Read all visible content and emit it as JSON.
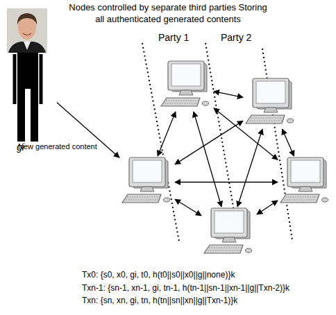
{
  "diagram": {
    "title": "Nodes controlled by separate third parties Storing all authenticated generated contents",
    "nodes": [
      {
        "text": [
          "gi"
        ]
      },
      {
        "text": []
      },
      {
        "text": []
      },
      {
        "text": []
      },
      {
        "text": []
      },
      {
        "text": []
      }
    ],
    "edges": [
      {
        "from": 0,
        "to": 3,
        "arrow": "to",
        "label": "New generated content"
      },
      {
        "from": 1,
        "to": 2,
        "arrow": "both"
      },
      {
        "from": 1,
        "to": 3,
        "arrow": "both"
      },
      {
        "from": 1,
        "to": 4,
        "arrow": "both"
      },
      {
        "from": 1,
        "to": 5,
        "arrow": "both"
      },
      {
        "from": 2,
        "to": 3,
        "arrow": "both"
      },
      {
        "from": 2,
        "to": 4,
        "arrow": "both"
      },
      {
        "from": 2,
        "to": 5,
        "arrow": "both"
      },
      {
        "from": 3,
        "to": 4,
        "arrow": "both"
      },
      {
        "from": 3,
        "to": 5,
        "arrow": "both"
      },
      {
        "from": 4,
        "to": 5,
        "arrow": "both"
      }
    ],
    "labels": [
      "Party 1",
      "Party 2",
      "Tx0: {s0, x0, gi, t0, h(t0||s0||x0||g||none)}k",
      "Txn-1: {sn-1, xn-1, gi, tn-1, h(tn-1||sn-1||xn-1||g||Txn-2)}k",
      "Txn: {sn, xn, gi, tn, h(tn||sn||xn||g||Txn-1)}k"
    ]
  }
}
